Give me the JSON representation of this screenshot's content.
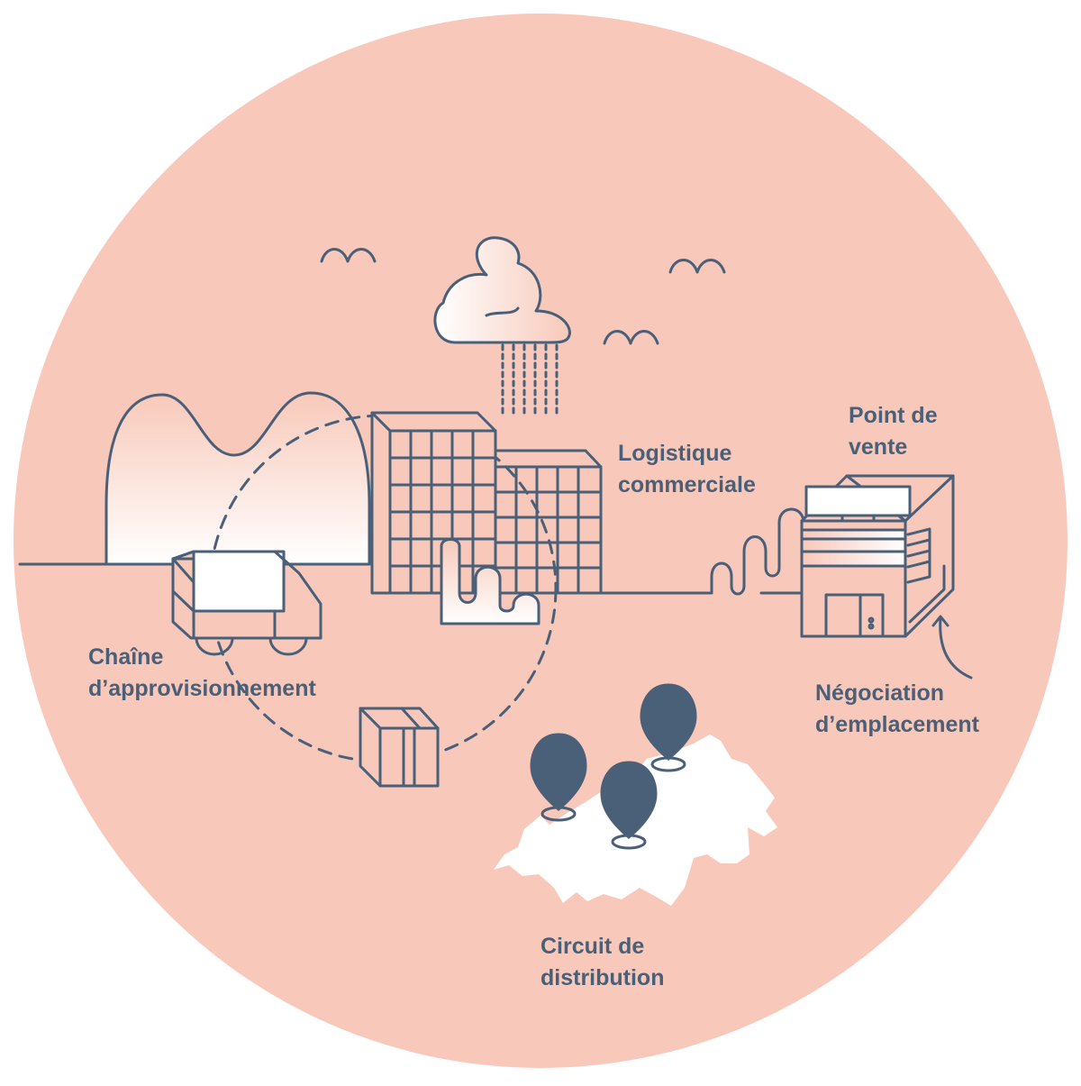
{
  "colors": {
    "background_circle": "#f8c9ba",
    "line": "#4a5f78",
    "map_fill": "#ffffff",
    "pin_fill": "#4a5f78"
  },
  "labels": {
    "logistique": [
      "Logistique",
      "commerciale"
    ],
    "point_de_vente": [
      "Point de",
      "vente"
    ],
    "chaine": [
      "Chaîne",
      "d’approvisionnement"
    ],
    "negociation": [
      "Négociation",
      "d’emplacement"
    ],
    "circuit": [
      "Circuit de",
      "distribution"
    ]
  },
  "icons": [
    "birds",
    "cloud-rain",
    "hills",
    "office-buildings",
    "factory",
    "delivery-truck",
    "cardboard-box",
    "shop-storefront",
    "switzerland-map",
    "location-pin"
  ]
}
